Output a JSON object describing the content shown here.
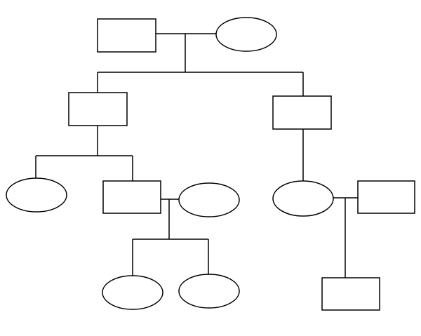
{
  "diagram": {
    "type": "pedigree-chart",
    "node_shapes": {
      "rectangle": "male",
      "ellipse": "female"
    },
    "nodes": [
      {
        "id": "gen1-male",
        "shape": "rectangle"
      },
      {
        "id": "gen1-female",
        "shape": "ellipse"
      },
      {
        "id": "gen2-son-left",
        "shape": "rectangle"
      },
      {
        "id": "gen2-son-right",
        "shape": "rectangle"
      },
      {
        "id": "gen3-daughter",
        "shape": "ellipse"
      },
      {
        "id": "gen3-son",
        "shape": "rectangle"
      },
      {
        "id": "gen3-son-spouse",
        "shape": "ellipse"
      },
      {
        "id": "gen3-right-spouse-female",
        "shape": "ellipse"
      },
      {
        "id": "gen3-right-spouse-male",
        "shape": "rectangle"
      },
      {
        "id": "gen4-daughter-1",
        "shape": "ellipse"
      },
      {
        "id": "gen4-daughter-2",
        "shape": "ellipse"
      },
      {
        "id": "gen4-son",
        "shape": "rectangle"
      }
    ],
    "couples": [
      {
        "members": [
          "gen1-male",
          "gen1-female"
        ],
        "children": [
          "gen2-son-left",
          "gen2-son-right"
        ]
      },
      {
        "members": [
          "gen2-son-left"
        ],
        "children": [
          "gen3-daughter",
          "gen3-son"
        ]
      },
      {
        "members": [
          "gen2-son-right"
        ],
        "children": [
          "gen3-right-spouse-female"
        ]
      },
      {
        "members": [
          "gen3-son",
          "gen3-son-spouse"
        ],
        "children": [
          "gen4-daughter-1",
          "gen4-daughter-2"
        ]
      },
      {
        "members": [
          "gen3-right-spouse-female",
          "gen3-right-spouse-male"
        ],
        "children": [
          "gen4-son"
        ]
      }
    ],
    "colors": {
      "stroke": "#000000",
      "fill": "#ffffff",
      "background": "#ffffff"
    }
  }
}
